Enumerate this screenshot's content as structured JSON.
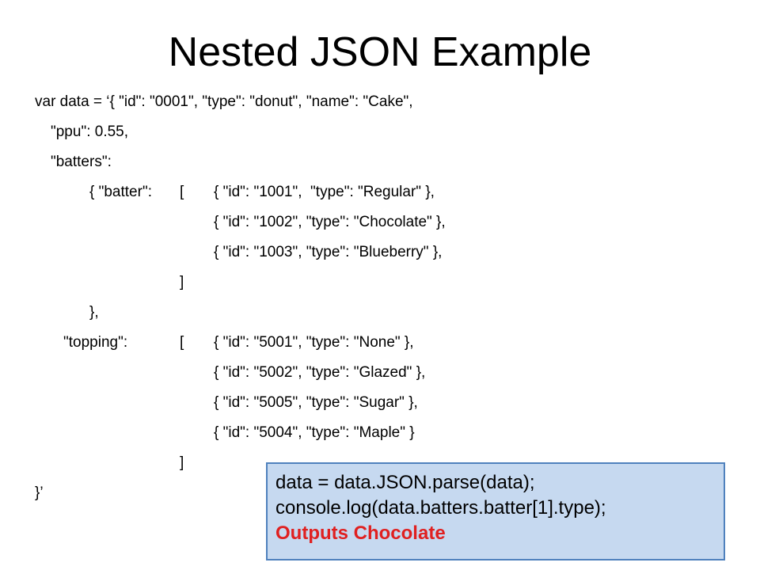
{
  "slide": {
    "title": "Nested JSON Example"
  },
  "code": {
    "line1": "var data = ‘{ \"id\": \"0001\", \"type\": \"donut\", \"name\": \"Cake\",",
    "line2": "\"ppu\": 0.55,",
    "line3": "\"batters\":",
    "line4a": "{ \"batter\":",
    "line4b": "[",
    "line4c": "{ \"id\": \"1001\",  \"type\": \"Regular\" },",
    "line5": "{ \"id\": \"1002\", \"type\": \"Chocolate\" },",
    "line6": "{ \"id\": \"1003\", \"type\": \"Blueberry\" },",
    "line7": "]",
    "line8": "},",
    "line9a": "\"topping\":",
    "line9b": "[",
    "line9c": "{ \"id\": \"5001\", \"type\": \"None\" },",
    "line10": "{ \"id\": \"5002\", \"type\": \"Glazed\" },",
    "line11": "{ \"id\": \"5005\", \"type\": \"Sugar\" },",
    "line12": "{ \"id\": \"5004\", \"type\": \"Maple\" }",
    "line13": "]",
    "line14": "}’"
  },
  "callout": {
    "line1": "data = data.JSON.parse(data);",
    "line2": "console.log(data.batters.batter[1].type);",
    "output": "Outputs Chocolate",
    "output_color": "#e02020",
    "background_color": "#c6d9f0",
    "border_color": "#4f81bd"
  }
}
